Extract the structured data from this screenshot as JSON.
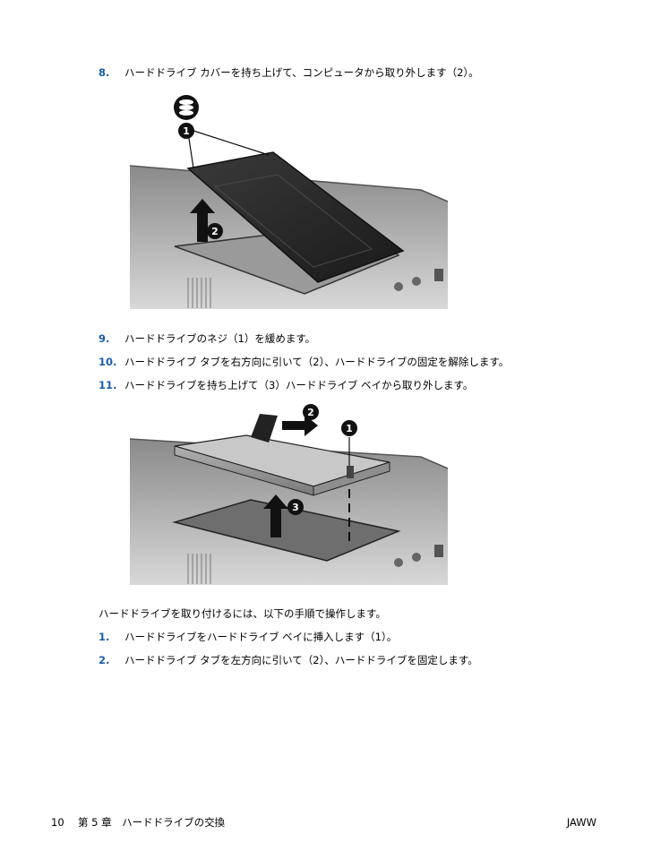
{
  "steps_top": [
    {
      "num": "8.",
      "text": "ハードドライブ カバーを持ち上げて、コンピュータから取り外します（2）。"
    }
  ],
  "steps_mid": [
    {
      "num": "9.",
      "text": "ハードドライブのネジ（1）を緩めます。"
    },
    {
      "num": "10.",
      "text": "ハードドライブ タブを右方向に引いて（2）、ハードドライブの固定を解除します。"
    },
    {
      "num": "11.",
      "text": "ハードドライブを持ち上げて（3）ハードドライブ ベイから取り外します。"
    }
  ],
  "install_intro": "ハードドライブを取り付けるには、以下の手順で操作します。",
  "steps_bottom": [
    {
      "num": "1.",
      "text": "ハードドライブをハードドライブ ベイに挿入します（1）。"
    },
    {
      "num": "2.",
      "text": "ハードドライブ タブを左方向に引いて（2）、ハードドライブを固定します。"
    }
  ],
  "figure1": {
    "callouts": [
      "1",
      "2"
    ],
    "icon": "hard-drive-icon"
  },
  "figure2": {
    "callouts": [
      "1",
      "2",
      "3"
    ]
  },
  "footer": {
    "page_number": "10",
    "chapter": "第 5 章　ハードドライブの交換",
    "code": "JAWW"
  },
  "colors": {
    "step_number": "#1a5ea8",
    "callout_bg": "#111111"
  }
}
